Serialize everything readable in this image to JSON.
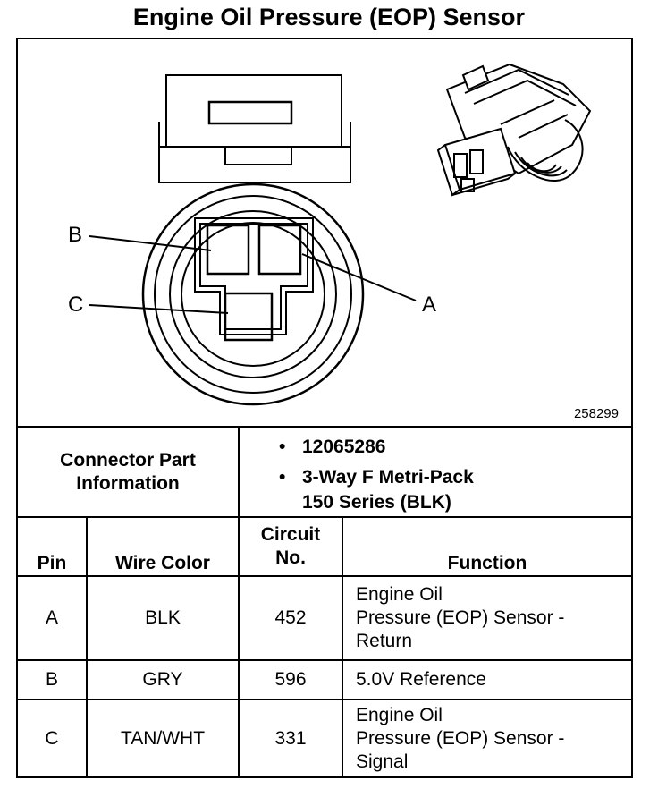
{
  "title": "Engine Oil Pressure (EOP) Sensor",
  "figure": {
    "number": "258299",
    "labels": {
      "a": "A",
      "b": "B",
      "c": "C"
    }
  },
  "connector_info": {
    "label_line1": "Connector Part",
    "label_line2": "Information",
    "items": [
      "12065286",
      "3-Way F Metri-Pack"
    ],
    "item2_line2": "150 Series (BLK)"
  },
  "table": {
    "headers": {
      "pin": "Pin",
      "wire_color": "Wire Color",
      "circuit_line1": "Circuit",
      "circuit_line2": "No.",
      "function": "Function"
    },
    "rows": [
      {
        "pin": "A",
        "wire_color": "BLK",
        "circuit": "452",
        "function_lines": [
          "Engine Oil",
          "Pressure (EOP) Sensor -",
          "Return"
        ]
      },
      {
        "pin": "B",
        "wire_color": "GRY",
        "circuit": "596",
        "function_lines": [
          "5.0V Reference"
        ]
      },
      {
        "pin": "C",
        "wire_color": "TAN/WHT",
        "circuit": "331",
        "function_lines": [
          "Engine Oil",
          "Pressure (EOP) Sensor -",
          "Signal"
        ]
      }
    ]
  }
}
